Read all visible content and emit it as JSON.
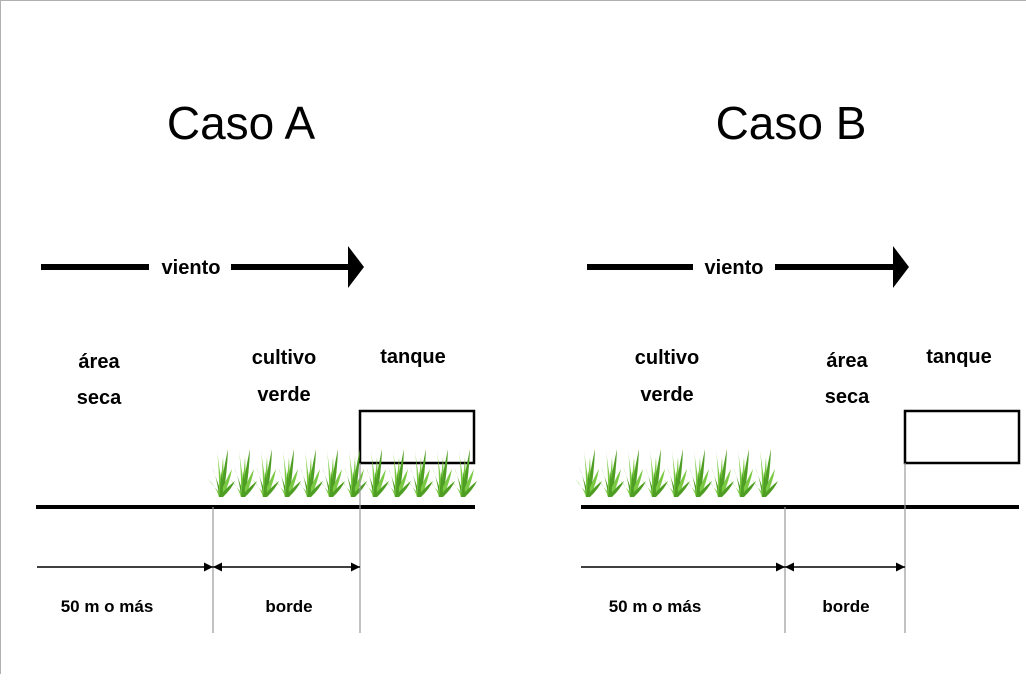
{
  "colors": {
    "vegetation": "#7ac943",
    "vegetation_dark": "#4f9e24",
    "line": "#000000"
  },
  "caso_a": {
    "title": "Caso A",
    "wind_label": "viento",
    "zone1_line1": "área",
    "zone1_line2": "seca",
    "zone2_line1": "cultivo",
    "zone2_line2": "verde",
    "tank_label": "tanque",
    "dim_left": "50 m o más",
    "dim_right": "borde"
  },
  "caso_b": {
    "title": "Caso B",
    "wind_label": "viento",
    "zone1_line1": "cultivo",
    "zone1_line2": "verde",
    "zone2_line1": "área",
    "zone2_line2": "seca",
    "tank_label": "tanque",
    "dim_left": "50 m o más",
    "dim_right": "borde"
  }
}
